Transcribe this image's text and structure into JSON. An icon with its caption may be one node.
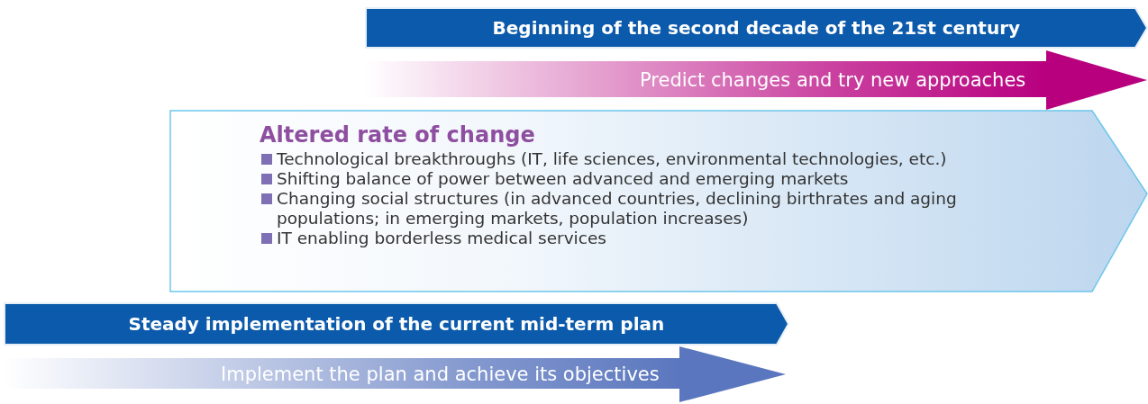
{
  "diagram": {
    "nodes": [
      {
        "text": [
          "Beginning of the second decade of the 21st century"
        ]
      },
      {
        "text": [
          "Predict changes and try new approaches"
        ]
      },
      {
        "text": [
          "Altered rate of change",
          "Technological breakthroughs (IT, life sciences, environmental technologies, etc.)",
          "Shifting balance of power between advanced and emerging markets",
          "Changing social structures (in advanced countries, declining birthrates and aging populations; in emerging markets, population increases)",
          "IT enabling borderless medical services"
        ]
      },
      {
        "text": [
          "Steady implementation of the current mid-term plan"
        ]
      },
      {
        "text": [
          "Implement the plan and achieve its objectives"
        ]
      }
    ],
    "edges": []
  }
}
